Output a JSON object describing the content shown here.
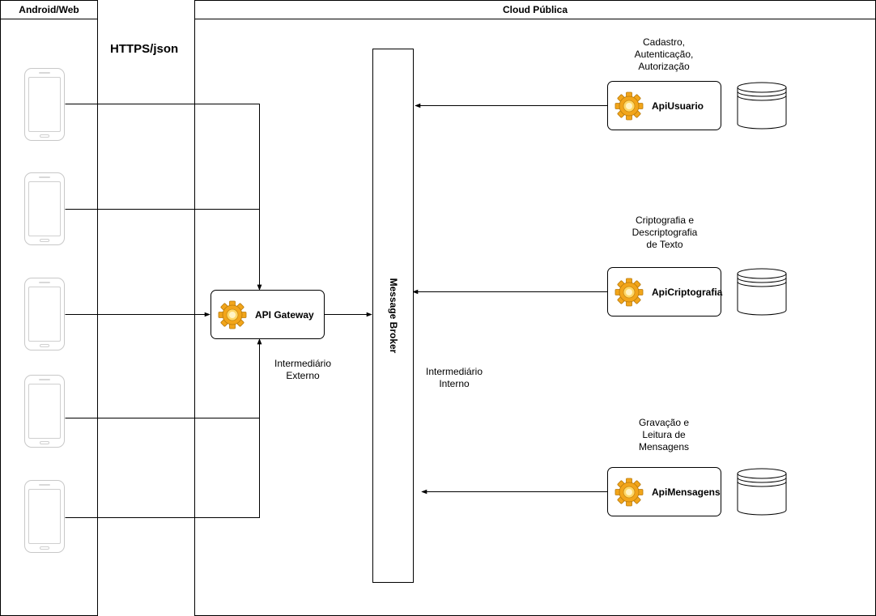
{
  "pools": {
    "client": {
      "title": "Android/Web"
    },
    "cloud": {
      "title": "Cloud Pública"
    }
  },
  "protocol_label": "HTTPS/json",
  "devices": [
    {
      "icon": "phone-icon"
    },
    {
      "icon": "phone-icon"
    },
    {
      "icon": "phone-icon"
    },
    {
      "icon": "phone-icon"
    },
    {
      "icon": "phone-icon"
    }
  ],
  "gateway": {
    "label": "API Gateway",
    "icon": "gear-icon",
    "note": "Intermediário\nExterno"
  },
  "broker": {
    "label": "Message Broker",
    "note": "Intermediário\nInterno"
  },
  "services": [
    {
      "label": "ApiUsuario",
      "icon": "gear-icon",
      "note": "Cadastro,\nAutenticação,\nAutorização",
      "db_icon": "database-icon"
    },
    {
      "label": "ApiCriptografia",
      "icon": "gear-icon",
      "note": "Criptografia e\nDescriptografia\nde Texto",
      "db_icon": "database-icon"
    },
    {
      "label": "ApiMensagens",
      "icon": "gear-icon",
      "note": "Gravação e\nLeitura de\nMensagens",
      "db_icon": "database-icon"
    }
  ],
  "colors": {
    "line": "#000000",
    "gear_outer": "#f2a51a",
    "gear_inner": "#ffd766",
    "device_outline": "#c8c8c8"
  }
}
